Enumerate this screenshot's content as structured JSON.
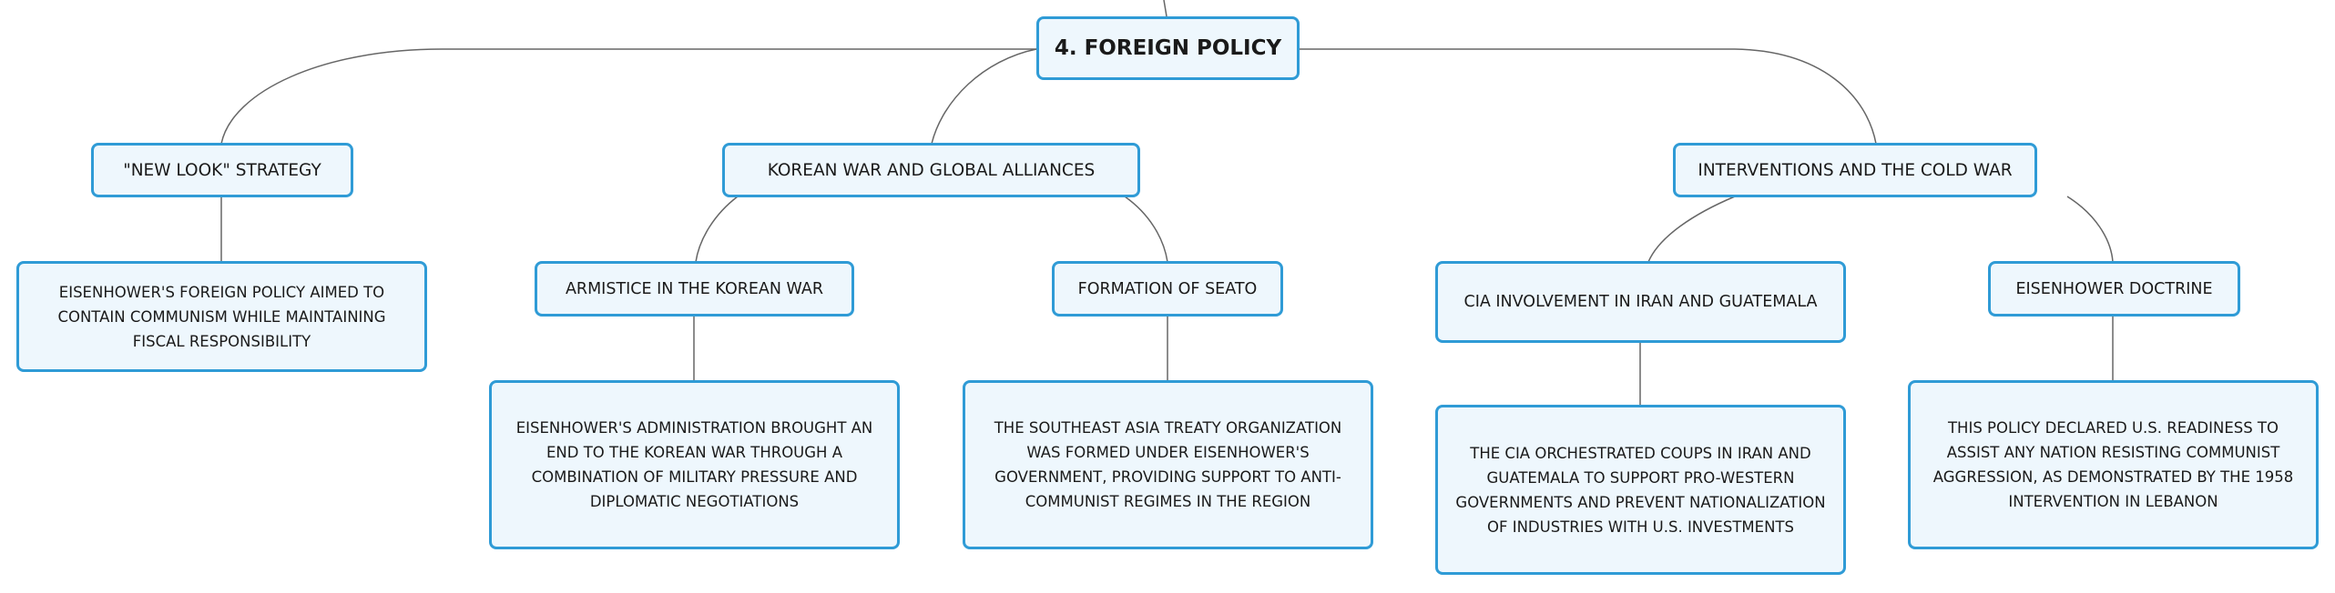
{
  "root": {
    "label": "4. FOREIGN POLICY"
  },
  "topics": [
    {
      "label": "\"NEW LOOK\" STRATEGY",
      "detail": "EISENHOWER'S FOREIGN POLICY AIMED TO CONTAIN COMMUNISM WHILE MAINTAINING FISCAL RESPONSIBILITY"
    },
    {
      "label": "KOREAN WAR AND GLOBAL ALLIANCES",
      "subtopics": [
        {
          "label": "ARMISTICE IN THE KOREAN WAR",
          "detail": "EISENHOWER'S ADMINISTRATION BROUGHT AN END TO THE KOREAN WAR THROUGH A COMBINATION OF MILITARY PRESSURE AND DIPLOMATIC NEGOTIATIONS"
        },
        {
          "label": "FORMATION OF SEATO",
          "detail": "THE SOUTHEAST ASIA TREATY ORGANIZATION WAS FORMED UNDER EISENHOWER'S GOVERNMENT, PROVIDING SUPPORT TO ANTI-COMMUNIST REGIMES IN THE REGION"
        }
      ]
    },
    {
      "label": "INTERVENTIONS AND THE COLD WAR",
      "subtopics": [
        {
          "label": "CIA INVOLVEMENT IN IRAN AND GUATEMALA",
          "detail": "THE CIA ORCHESTRATED COUPS IN IRAN AND GUATEMALA TO SUPPORT PRO-WESTERN GOVERNMENTS AND PREVENT NATIONALIZATION OF INDUSTRIES WITH U.S. INVESTMENTS"
        },
        {
          "label": "EISENHOWER DOCTRINE",
          "detail": "THIS POLICY DECLARED U.S. READINESS TO ASSIST ANY NATION RESISTING COMMUNIST AGGRESSION, AS DEMONSTRATED BY THE 1958 INTERVENTION IN LEBANON"
        }
      ]
    }
  ],
  "colors": {
    "border": "#2f9bd6",
    "fill": "#eef7fd",
    "connector": "#666666",
    "text": "#1a1a1a"
  }
}
